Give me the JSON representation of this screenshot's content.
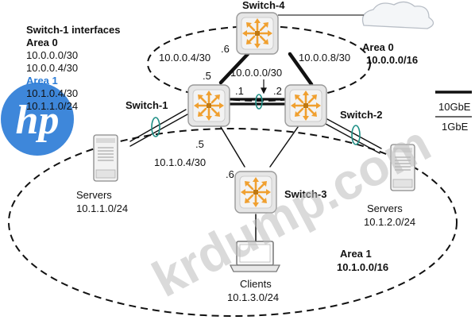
{
  "title_block": {
    "heading": "Switch-1 interfaces",
    "area0_label": "Area 0",
    "area0_subnets": [
      "10.0.0.0/30",
      "10.0.0.4/30"
    ],
    "area1_label": "Area 1",
    "area1_subnets": [
      "10.1.0.4/30",
      "10.1.1.0/24"
    ]
  },
  "switches": {
    "switch1": "Switch-1",
    "switch2": "Switch-2",
    "switch3": "Switch-3",
    "switch4": "Switch-4"
  },
  "areas": {
    "area0_name": "Area 0",
    "area0_network": "10.0.0.0/16",
    "area1_name": "Area 1",
    "area1_network": "10.1.0.0/16"
  },
  "links": {
    "s1_s4_subnet": "10.0.0.4/30",
    "s2_s4_subnet": "10.0.0.8/30",
    "s1_s2_subnet": "10.0.0.0/30",
    "s1_s3_subnet": "10.1.0.4/30",
    "s4_side_host": ".6",
    "s1_top_host": ".5",
    "s1_right_host": ".1",
    "s2_left_host": ".2",
    "s1_bottom_host": ".5",
    "s3_top_host": ".6"
  },
  "hosts": {
    "servers_left": "Servers",
    "servers_left_net": "10.1.1.0/24",
    "servers_right": "Servers",
    "servers_right_net": "10.1.2.0/24",
    "clients": "Clients",
    "clients_net": "10.1.3.0/24"
  },
  "legend": {
    "fast": "10GbE",
    "slow": "1GbE"
  },
  "watermark": {
    "text": "krdump.com",
    "logo_text": "hp"
  },
  "colors": {
    "switch_fill": "#e6e6e6",
    "switch_arrows": "#f0a030",
    "lag_oval": "#1f8f86",
    "area1_highlight": "#2a7bd6",
    "logo_blue": "#2a7bd6"
  }
}
